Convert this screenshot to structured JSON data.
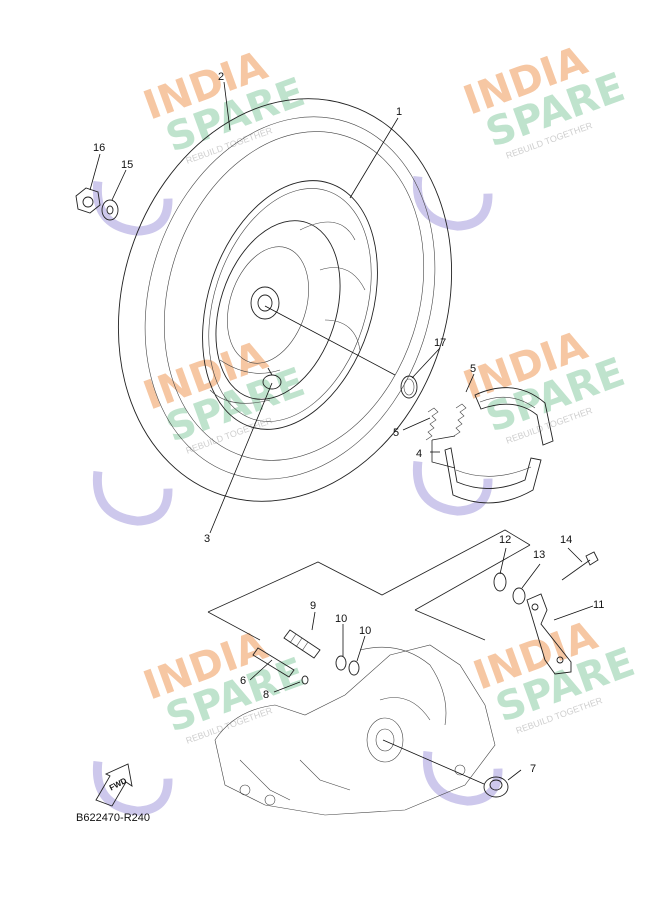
{
  "diagram": {
    "code": "B622470-R240",
    "fwd_label": "FWD",
    "watermark": {
      "line1": "INDIA",
      "line2": "SPARE",
      "tagline": "REBUILD TOGETHER",
      "colors": {
        "india": "#f6c7a3",
        "spare": "#bfe3cd",
        "wrench": "#cdc8ec"
      }
    },
    "callouts": [
      "1",
      "2",
      "3",
      "4",
      "5",
      "5",
      "6",
      "7",
      "8",
      "9",
      "10",
      "10",
      "11",
      "12",
      "13",
      "14",
      "15",
      "16",
      "17"
    ]
  }
}
